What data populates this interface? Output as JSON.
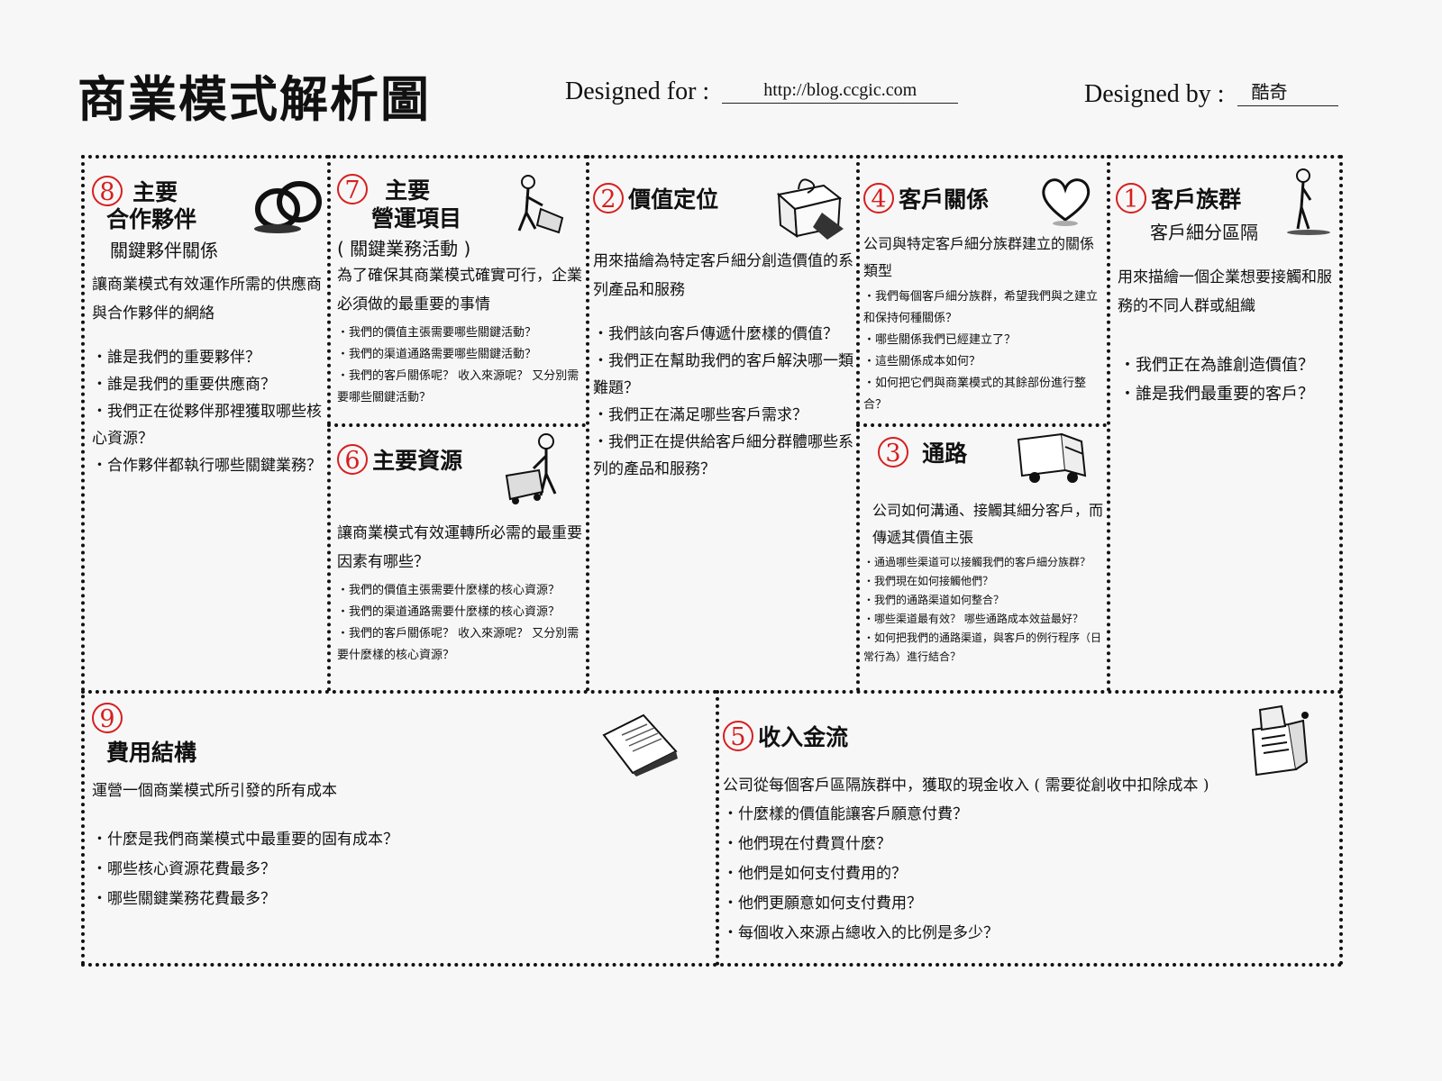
{
  "header": {
    "title": "商業模式解析圖",
    "designed_for_label": "Designed for :",
    "designed_for_value": "http://blog.ccgic.com",
    "designed_by_label": "Designed by :",
    "designed_by_value": "酷奇"
  },
  "blocks": {
    "key_partners": {
      "number": "8",
      "title": "主要",
      "title_line2": "合作夥伴",
      "subtitle": "關鍵夥伴關係",
      "desc": "讓商業模式有效運作所需的供應商與合作夥伴的網絡",
      "questions": [
        "誰是我們的重要夥伴？",
        "誰是我們的重要供應商？",
        "我們正在從夥伴那裡獲取哪些核心資源？",
        "合作夥伴都執行哪些關鍵業務？"
      ],
      "icon": "rings-icon"
    },
    "key_activities": {
      "number": "7",
      "title": "主要",
      "title_line2": "營運項目",
      "subtitle": "( 關鍵業務活動 )",
      "desc": "為了確保其商業模式確實可行，企業必須做的最重要的事情",
      "questions": [
        "我們的價值主張需要哪些關鍵活動？",
        "我們的渠道通路需要哪些關鍵活動？",
        "我們的客戶關係呢？ 收入來源呢？ 又分別需要哪些關鍵活動？"
      ],
      "icon": "worker-icon"
    },
    "key_resources": {
      "number": "6",
      "title": "主要資源",
      "desc": "讓商業模式有效運轉所必需的最重要因素有哪些？",
      "questions": [
        "我們的價值主張需要什麼樣的核心資源？",
        "我們的渠道通路需要什麼樣的核心資源？",
        "我們的客戶關係呢？ 收入來源呢？ 又分別需要什麼樣的核心資源？"
      ],
      "icon": "forklift-icon"
    },
    "value_propositions": {
      "number": "2",
      "title": "價值定位",
      "desc": "用來描繪為特定客戶細分創造價值的系列產品和服務",
      "questions": [
        "我們該向客戶傳遞什麼樣的價值？",
        "我們正在幫助我們的客戶解決哪一類難題？",
        "我們正在滿足哪些客戶需求？",
        "我們正在提供給客戶細分群體哪些系列的產品和服務？"
      ],
      "icon": "gift-icon"
    },
    "customer_relationships": {
      "number": "4",
      "title": "客戶關係",
      "desc": "公司與特定客戶細分族群建立的關係類型",
      "questions": [
        "我們每個客戶細分族群，希望我們與之建立和保持何種關係？",
        "哪些關係我們已經建立了？",
        "這些關係成本如何？",
        "如何把它們與商業模式的其餘部份進行整合？"
      ],
      "icon": "heart-icon"
    },
    "channels": {
      "number": "3",
      "title": "通路",
      "desc": "公司如何溝通、接觸其細分客戶，而傳遞其價值主張",
      "questions": [
        "通過哪些渠道可以接觸我們的客戶細分族群？",
        "我們現在如何接觸他們？",
        "我們的通路渠道如何整合？",
        "哪些渠道最有效？ 哪些通路成本效益最好？",
        "如何把我們的通路渠道，與客戶的例行程序（日常行為）進行結合？"
      ],
      "icon": "truck-icon"
    },
    "customer_segments": {
      "number": "1",
      "title": "客戶族群",
      "subtitle": "客戶細分區隔",
      "desc": "用來描繪一個企業想要接觸和服務的不同人群或組織",
      "questions": [
        "我們正在為誰創造價值？",
        "誰是我們最重要的客戶？"
      ],
      "icon": "person-icon"
    },
    "cost_structure": {
      "number": "9",
      "title": "費用結構",
      "desc": "運營一個商業模式所引發的所有成本",
      "questions": [
        "什麼是我們商業模式中最重要的固有成本？",
        "哪些核心資源花費最多？",
        "哪些關鍵業務花費最多？"
      ],
      "icon": "document-icon"
    },
    "revenue_streams": {
      "number": "5",
      "title": "收入金流",
      "desc": "公司從每個客戶區隔族群中，獲取的現金收入 ( 需要從創收中扣除成本 )",
      "questions": [
        "什麼樣的價值能讓客戶願意付費？",
        "他們現在付費買什麼？",
        "他們是如何支付費用的？",
        "他們更願意如何支付費用？",
        "每個收入來源占總收入的比例是多少？"
      ],
      "icon": "cash-register-icon"
    }
  }
}
